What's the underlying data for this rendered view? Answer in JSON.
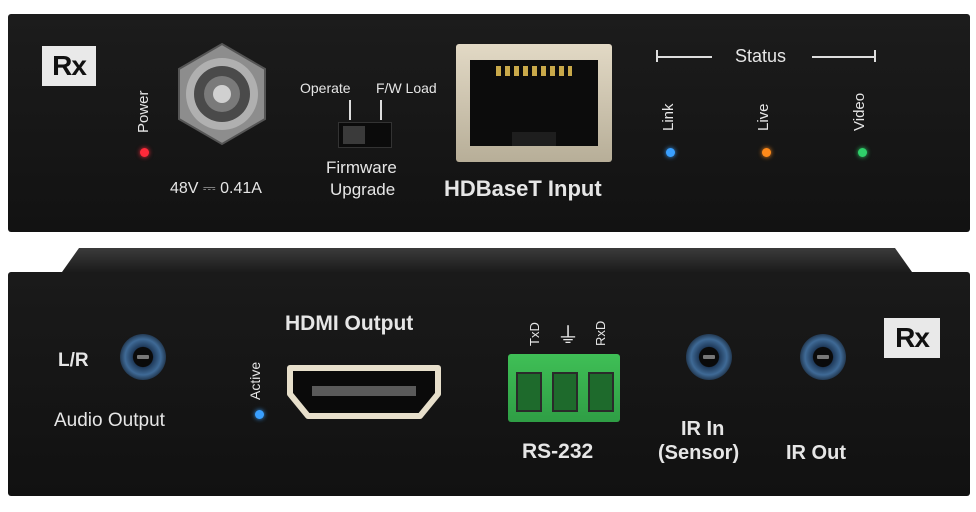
{
  "front": {
    "logo": "Rx",
    "power_label": "Power",
    "power_rating": "48V ⎓ 0.41A",
    "switch": {
      "left_label": "Operate",
      "right_label": "F/W Load",
      "caption_line1": "Firmware",
      "caption_line2": "Upgrade"
    },
    "hdbaset_label": "HDBaseT Input",
    "status_heading": "Status",
    "status_leds": [
      {
        "label": "Link",
        "color": "#3aa0ff"
      },
      {
        "label": "Live",
        "color": "#ff8a1a"
      },
      {
        "label": "Video",
        "color": "#2fd06a"
      }
    ],
    "power_led_color": "#ff2a3a"
  },
  "rear": {
    "logo": "Rx",
    "audio_channel": "L/R",
    "audio_caption": "Audio Output",
    "hdmi_label": "HDMI Output",
    "active_label": "Active",
    "active_led_color": "#3aa0ff",
    "rs232": {
      "pin_txd": "TxD",
      "pin_gnd": "⏚",
      "pin_rxd": "RxD",
      "caption": "RS-232",
      "terminal_color": "#3fbf56"
    },
    "ir_in_line1": "IR In",
    "ir_in_line2": "(Sensor)",
    "ir_out": "IR Out"
  }
}
